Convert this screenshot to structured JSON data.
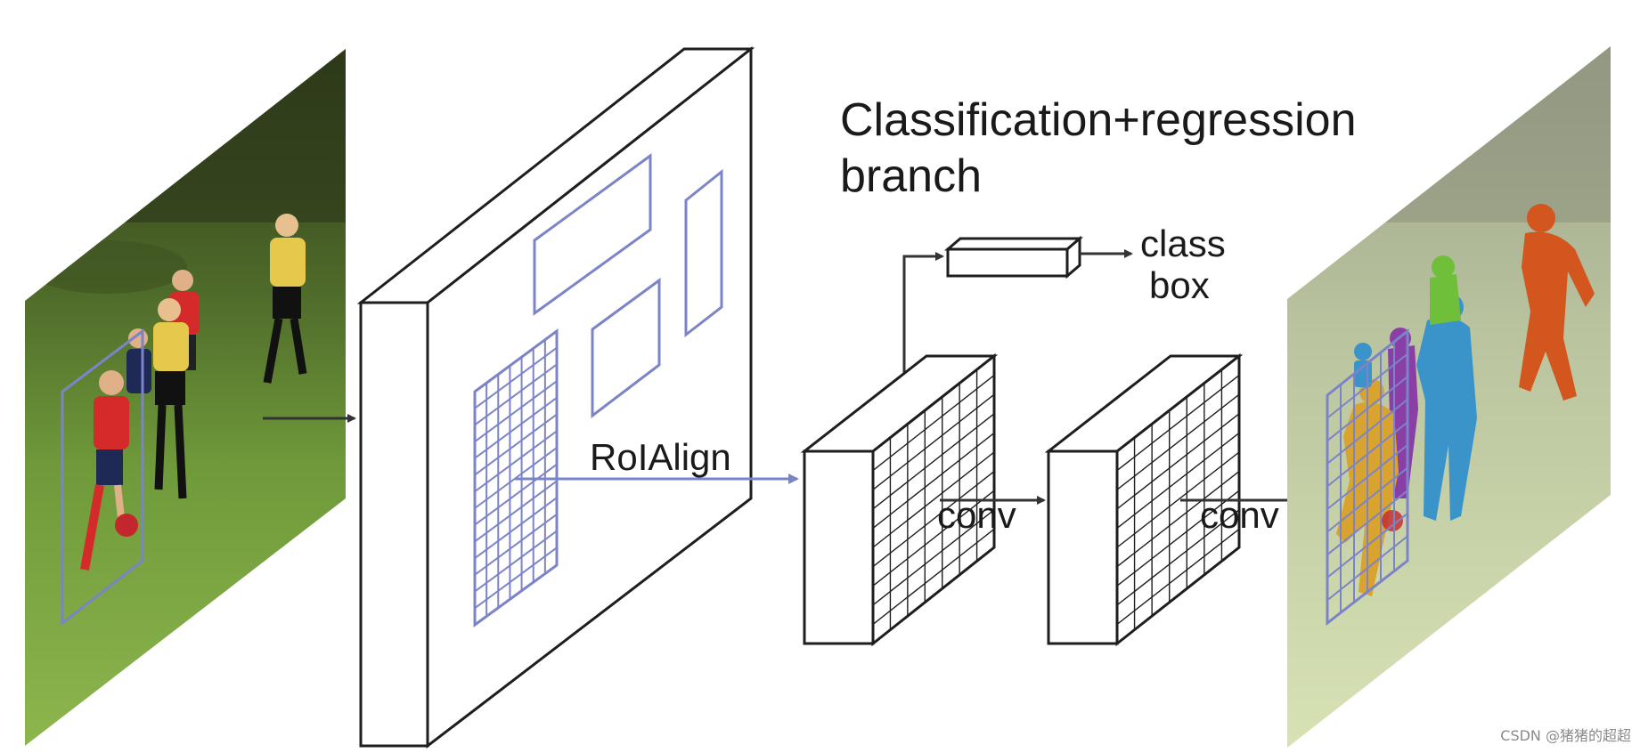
{
  "title_lines": [
    "Classification+regression",
    "branch"
  ],
  "roi_label": "RoIAlign",
  "head_outputs": [
    "class",
    "box"
  ],
  "conv_labels": [
    "conv",
    "conv"
  ],
  "watermark": "CSDN @猪猪的超超",
  "colors": {
    "outline": "#1e1e1e",
    "roi_blue": "#7c84c8",
    "arrow": "#333333",
    "grass": "#6f9a3a",
    "grass_light": "#a6c46b",
    "trees": "#3b4a22",
    "red_jersey": "#d42a2a",
    "yellow_jersey": "#e6c84a",
    "mask_orange": "#d4561f",
    "mask_blue": "#3a93c9",
    "mask_green": "#6fbf3a",
    "mask_purple": "#8a3fa6",
    "mask_yellow": "#d9a330"
  }
}
